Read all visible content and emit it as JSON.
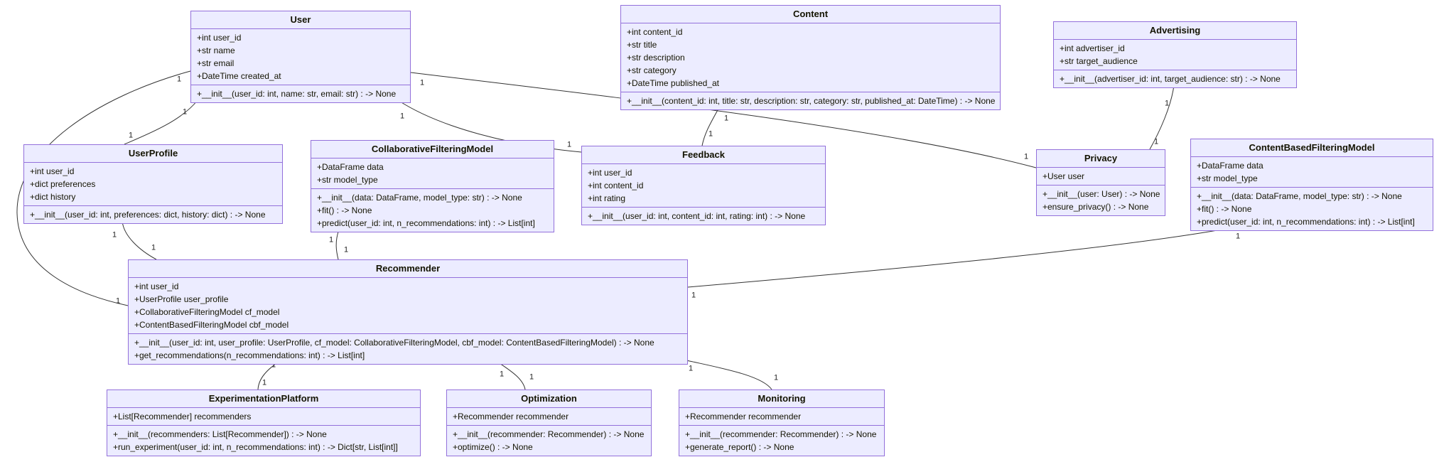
{
  "diagram_type": "uml-class-diagram",
  "colors": {
    "box_fill": "#ECECFF",
    "box_border": "#9370DB",
    "edge_line": "#333333",
    "text": "#131300",
    "background": "#ffffff"
  },
  "classes": {
    "user": {
      "name": "User",
      "attributes": [
        "+int user_id",
        "+str name",
        "+str email",
        "+DateTime created_at"
      ],
      "methods": [
        "+__init__(user_id: int, name: str, email: str) : -> None"
      ]
    },
    "content": {
      "name": "Content",
      "attributes": [
        "+int content_id",
        "+str title",
        "+str description",
        "+str category",
        "+DateTime published_at"
      ],
      "methods": [
        "+__init__(content_id: int, title: str, description: str, category: str, published_at: DateTime) : -> None"
      ]
    },
    "advertising": {
      "name": "Advertising",
      "attributes": [
        "+int advertiser_id",
        "+str target_audience"
      ],
      "methods": [
        "+__init__(advertiser_id: int, target_audience: str) : -> None"
      ]
    },
    "user_profile": {
      "name": "UserProfile",
      "attributes": [
        "+int user_id",
        "+dict preferences",
        "+dict history"
      ],
      "methods": [
        "+__init__(user_id: int, preferences: dict, history: dict) : -> None"
      ]
    },
    "collaborative_filtering_model": {
      "name": "CollaborativeFilteringModel",
      "attributes": [
        "+DataFrame data",
        "+str model_type"
      ],
      "methods": [
        "+__init__(data: DataFrame, model_type: str) : -> None",
        "+fit() : -> None",
        "+predict(user_id: int, n_recommendations: int) : -> List[int]"
      ]
    },
    "feedback": {
      "name": "Feedback",
      "attributes": [
        "+int user_id",
        "+int content_id",
        "+int rating"
      ],
      "methods": [
        "+__init__(user_id: int, content_id: int, rating: int) : -> None"
      ]
    },
    "privacy": {
      "name": "Privacy",
      "attributes": [
        "+User user"
      ],
      "methods": [
        "+__init__(user: User) : -> None",
        "+ensure_privacy() : -> None"
      ]
    },
    "content_based_filtering_model": {
      "name": "ContentBasedFilteringModel",
      "attributes": [
        "+DataFrame data",
        "+str model_type"
      ],
      "methods": [
        "+__init__(data: DataFrame, model_type: str) : -> None",
        "+fit() : -> None",
        "+predict(user_id: int, n_recommendations: int) : -> List[int]"
      ]
    },
    "recommender": {
      "name": "Recommender",
      "attributes": [
        "+int user_id",
        "+UserProfile user_profile",
        "+CollaborativeFilteringModel cf_model",
        "+ContentBasedFilteringModel cbf_model"
      ],
      "methods": [
        "+__init__(user_id: int, user_profile: UserProfile, cf_model: CollaborativeFilteringModel, cbf_model: ContentBasedFilteringModel) : -> None",
        "+get_recommendations(n_recommendations: int) : -> List[int]"
      ]
    },
    "experimentation_platform": {
      "name": "ExperimentationPlatform",
      "attributes": [
        "+List[Recommender] recommenders"
      ],
      "methods": [
        "+__init__(recommenders: List[Recommender]) : -> None",
        "+run_experiment(user_id: int, n_recommendations: int) : -> Dict[str, List[int]]"
      ]
    },
    "optimization": {
      "name": "Optimization",
      "attributes": [
        "+Recommender recommender"
      ],
      "methods": [
        "+__init__(recommender: Recommender) : -> None",
        "+optimize() : -> None"
      ]
    },
    "monitoring": {
      "name": "Monitoring",
      "attributes": [
        "+Recommender recommender"
      ],
      "methods": [
        "+__init__(recommender: Recommender) : -> None",
        "+generate_report() : -> None"
      ]
    }
  },
  "edges": [
    {
      "from": "User",
      "to": "UserProfile",
      "source_label": "1",
      "target_label": "1"
    },
    {
      "from": "User",
      "to": "Recommender",
      "source_label": "1",
      "target_label": "1"
    },
    {
      "from": "User",
      "to": "Feedback",
      "source_label": "1",
      "target_label": "1"
    },
    {
      "from": "User",
      "to": "Privacy",
      "source_label": "1",
      "target_label": "1"
    },
    {
      "from": "Content",
      "to": "Feedback",
      "source_label": "1",
      "target_label": "1"
    },
    {
      "from": "Advertising",
      "to": "Privacy",
      "source_label": "1",
      "target_label": "1"
    },
    {
      "from": "UserProfile",
      "to": "Recommender",
      "source_label": "1",
      "target_label": "1"
    },
    {
      "from": "CollaborativeFilteringModel",
      "to": "Recommender",
      "source_label": "1",
      "target_label": "1"
    },
    {
      "from": "ContentBasedFilteringModel",
      "to": "Recommender",
      "source_label": "1",
      "target_label": "1"
    },
    {
      "from": "Recommender",
      "to": "ExperimentationPlatform",
      "source_label": "1",
      "target_label": "1"
    },
    {
      "from": "Recommender",
      "to": "Optimization",
      "source_label": "1",
      "target_label": "1"
    },
    {
      "from": "Recommender",
      "to": "Monitoring",
      "source_label": "1",
      "target_label": "1"
    }
  ]
}
